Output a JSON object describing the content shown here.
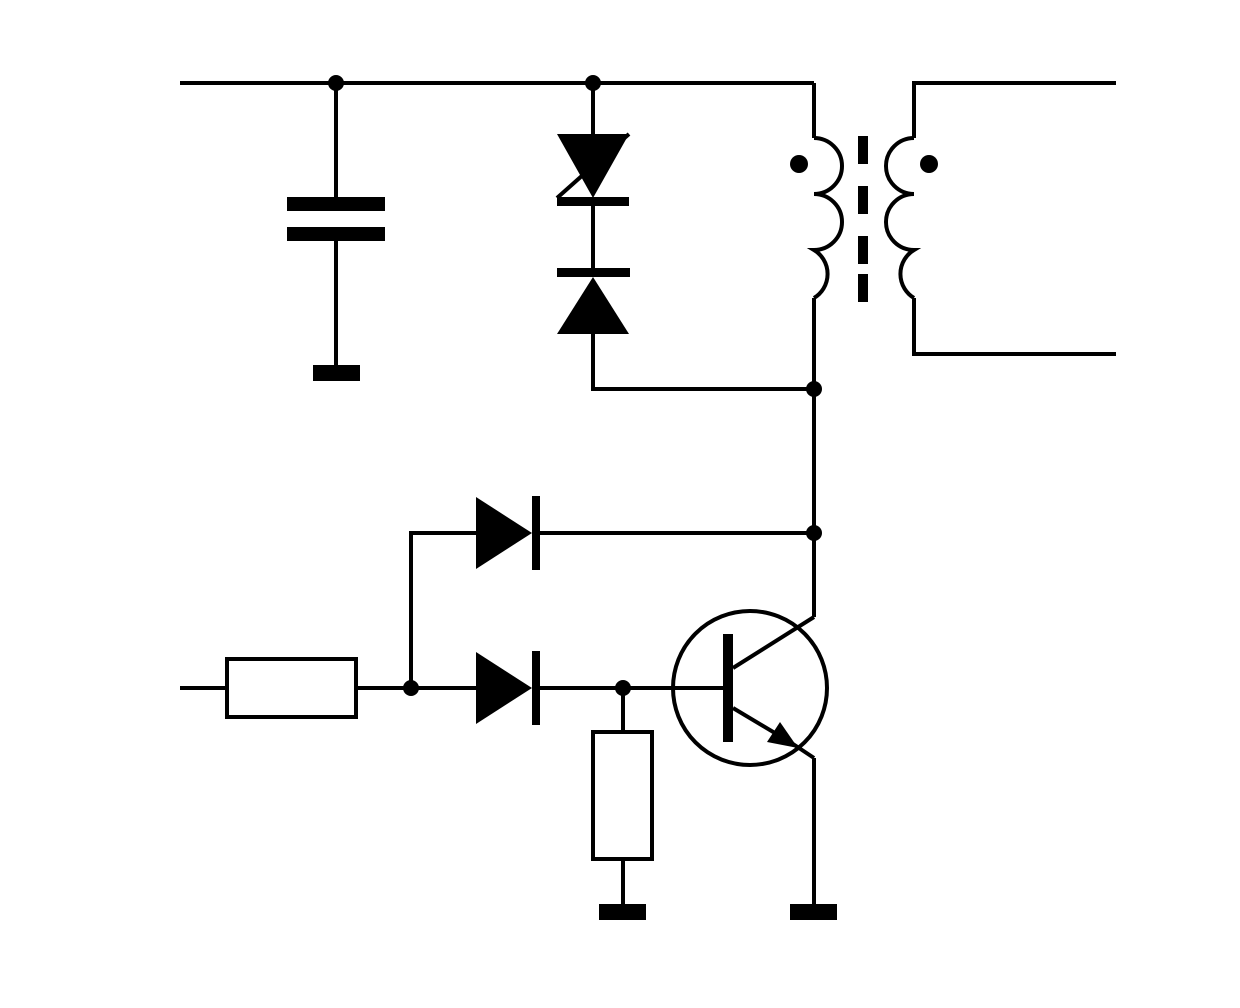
{
  "diagram": {
    "type": "circuit-schematic",
    "components": [
      "capacitor",
      "zener-diode",
      "diode",
      "transformer",
      "diode",
      "diode",
      "resistor",
      "resistor",
      "npn-transistor",
      "ground",
      "ground",
      "ground"
    ]
  },
  "colors": {
    "background": "#ffffff",
    "ink": "#000000"
  }
}
